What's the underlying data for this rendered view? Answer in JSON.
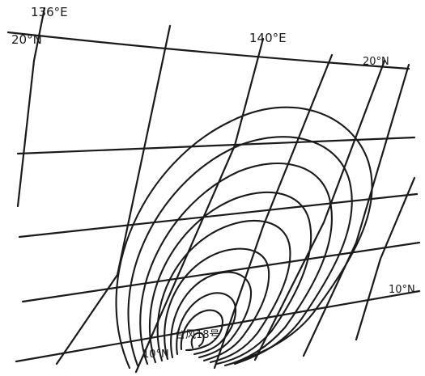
{
  "map": {
    "ink_color": "#1a1a1a",
    "background": "#ffffff",
    "labels": {
      "lon_136": "136°E",
      "lon_140": "140°E",
      "lat_20_left": "20°N",
      "lat_20_right": "20°N",
      "lat_10_right": "10°N",
      "lat_10_bottom": "10°N",
      "typhoon": "台风18号"
    }
  }
}
